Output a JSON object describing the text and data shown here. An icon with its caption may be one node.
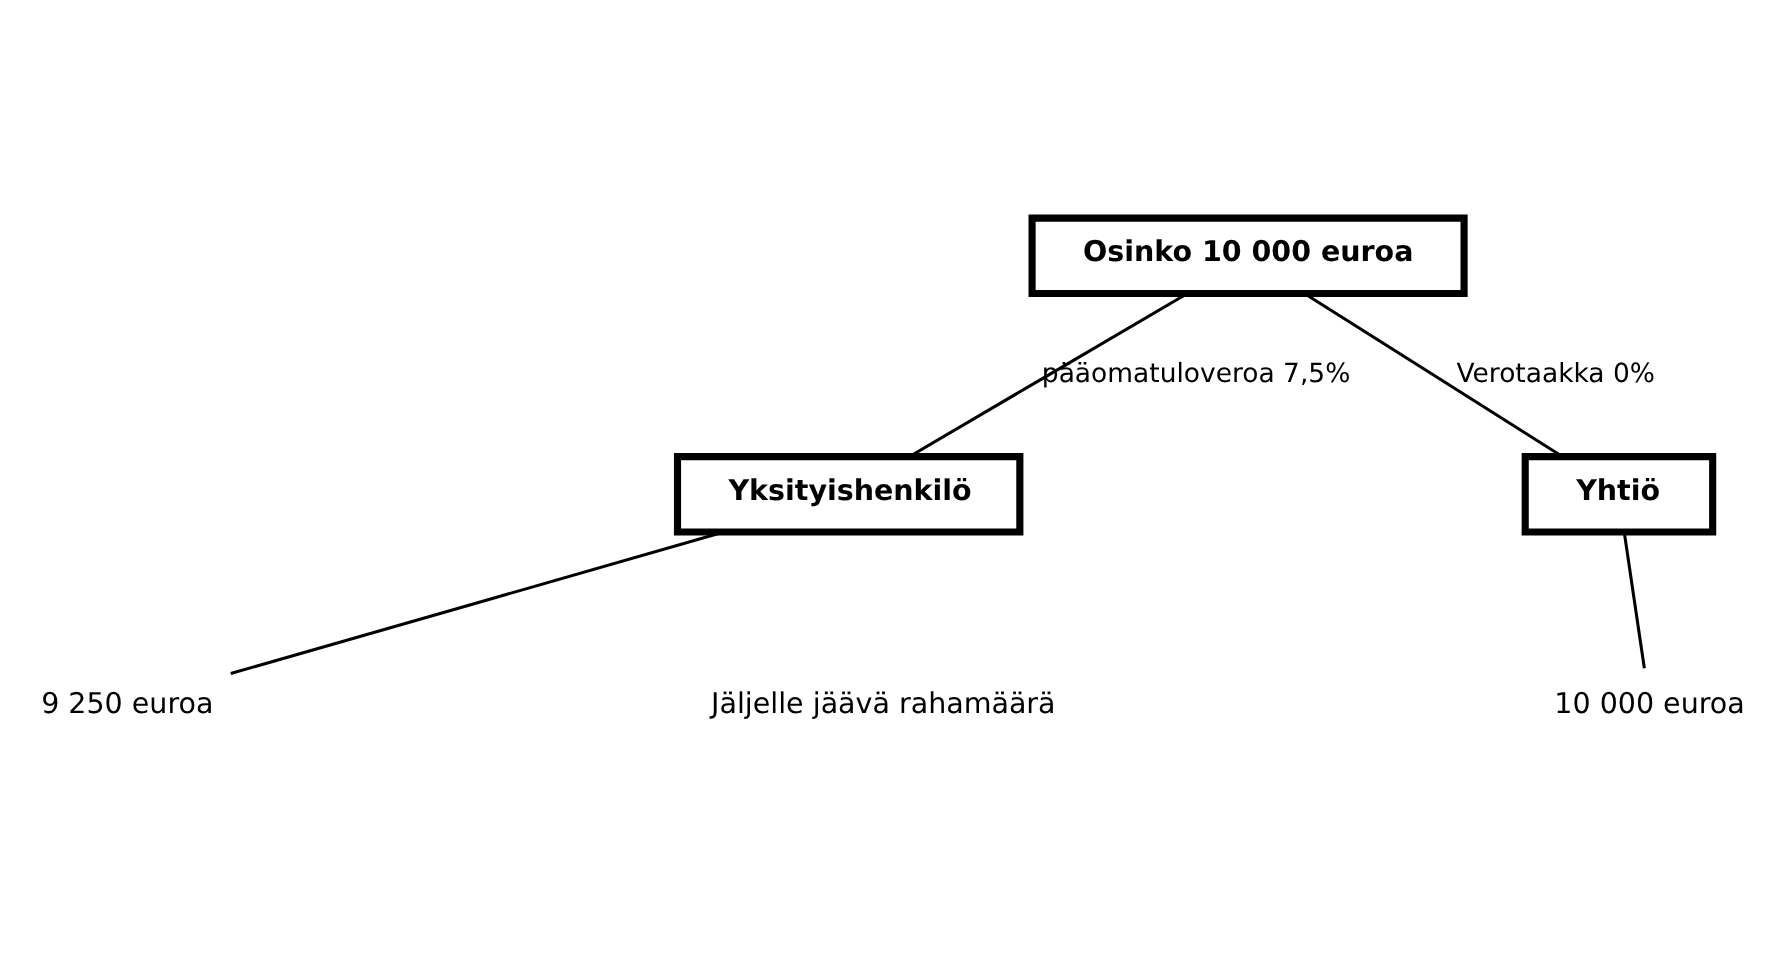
{
  "diagram": {
    "nodes": [
      {
        "text": [
          "Osinko 10 000 euroa"
        ]
      },
      {
        "text": [
          "Yksityishenkilö"
        ]
      },
      {
        "text": [
          "Yhtiö"
        ]
      },
      {
        "text": [
          "9 250 euroa"
        ]
      },
      {
        "text": [
          "10 000 euroa"
        ]
      }
    ],
    "edges": [
      {
        "from": 0,
        "to": 1,
        "arrow": "none",
        "label": "pääomatuloveroa 7,5%"
      },
      {
        "from": 0,
        "to": 2,
        "arrow": "none",
        "label": "Verotaakka 0%"
      },
      {
        "from": 1,
        "to": 3,
        "arrow": "none"
      },
      {
        "from": 2,
        "to": 4,
        "arrow": "none"
      }
    ],
    "labels": [
      "Jäljelle jäävä rahamäärä"
    ]
  }
}
